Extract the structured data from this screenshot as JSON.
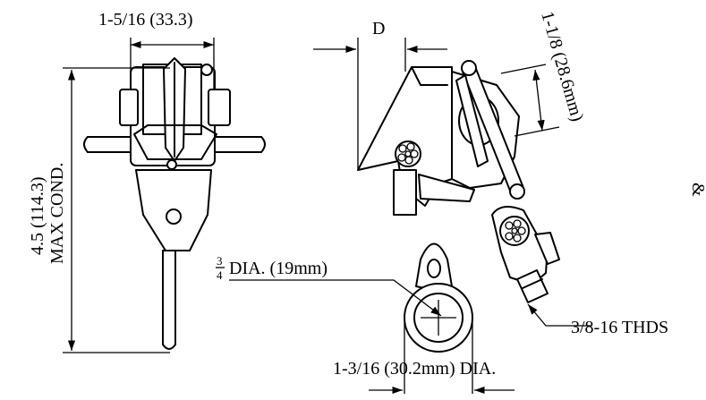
{
  "labels": {
    "front_width": "1-5/16 (33.3)",
    "height_value": "4.5 (114.3)",
    "height_note": "MAX COND.",
    "depth": "D",
    "rod_dia": "1-1/8 (28.6mm)",
    "eye_frac_num": "3",
    "eye_frac_den": "4",
    "eye_dia": "DIA. (19mm)",
    "thread": "3/8-16 THDS",
    "ring_dia": "1-3/16 (30.2mm) DIA."
  }
}
